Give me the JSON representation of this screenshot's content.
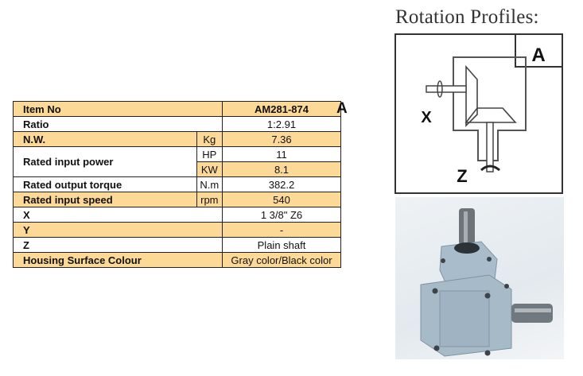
{
  "spec_table": {
    "rows": [
      {
        "label": "Item No",
        "unit": "",
        "value": "AM281-874"
      },
      {
        "label": "Ratio",
        "unit": "",
        "value": "1:2.91"
      },
      {
        "label": "N.W.",
        "unit": "Kg",
        "value": "7.36"
      },
      {
        "label": "Rated input power",
        "unit": "HP",
        "value": "11"
      },
      {
        "label": "",
        "unit": "KW",
        "value": "8.1"
      },
      {
        "label": "Rated output torque",
        "unit": "N.m",
        "value": "382.2"
      },
      {
        "label": "Rated input speed",
        "unit": "rpm",
        "value": "540"
      },
      {
        "label": "X",
        "unit": "",
        "value": "1 3/8\" Z6"
      },
      {
        "label": "Y",
        "unit": "",
        "value": "-"
      },
      {
        "label": "Z",
        "unit": "",
        "value": "Plain shaft"
      },
      {
        "label": "Housing Surface Colour",
        "unit": "",
        "value": "Gray color/Black color"
      }
    ]
  },
  "profile_tag": "A",
  "rotation": {
    "title": "Rotation Profiles:",
    "corner_label": "A",
    "input_label": "X",
    "output_label": "Z"
  },
  "colors": {
    "highlight": "#fdd998",
    "border": "#222222"
  }
}
